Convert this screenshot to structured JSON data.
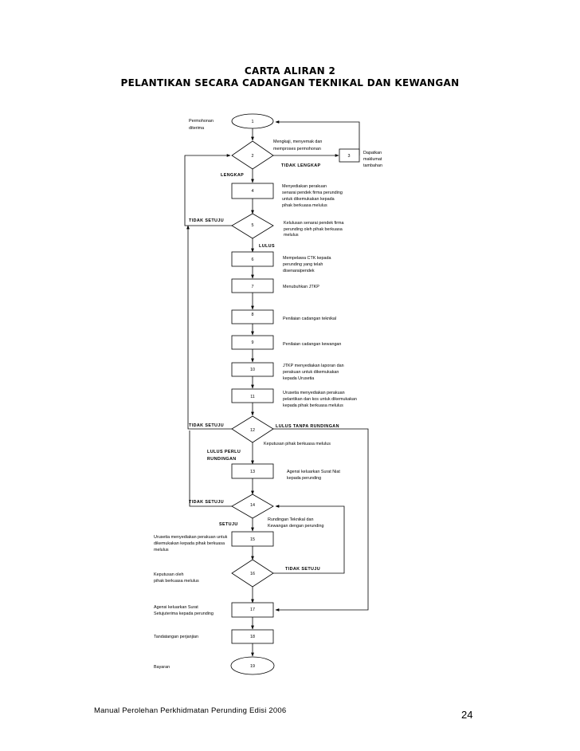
{
  "title": {
    "line1": "CARTA ALIRAN 2",
    "line2": "PELANTIKAN SECARA CADANGAN TEKNIKAL DAN KEWANGAN"
  },
  "steps": {
    "s1": "1",
    "s2": "2",
    "s3": "3",
    "s4": "4",
    "s5": "5",
    "s6": "6",
    "s7": "7",
    "s8": "8",
    "s9": "9",
    "s10": "10",
    "s11": "11",
    "s12": "12",
    "s13": "13",
    "s14": "14",
    "s15": "15",
    "s16": "16",
    "s17": "17",
    "s18": "18",
    "s19": "19"
  },
  "notes": {
    "permohonan": [
      "Permohonan",
      "diterima"
    ],
    "mengkaji": [
      "Mengkaji, menyemak dan",
      "memproses permohonan"
    ],
    "dapatkan": [
      "Dapatkan",
      "maklumat",
      "tambahan"
    ],
    "menyediakan": [
      "Menyediakan perakuan",
      "senarai pendek firma perunding",
      "untuk dikemukakan kepada",
      "pihak berkuasa melulus"
    ],
    "kelulusan": [
      "Kelulusan senarai pendek firma",
      "perunding oleh pihak berkuasa",
      "melulus"
    ],
    "mempelawa": [
      "Mempelawa CTK kepada",
      "perunding  yang telah",
      "disenaraipendek"
    ],
    "menubuhkan": [
      "Menubuhkan JTKP"
    ],
    "penilaian_teknikal": [
      "Penilaian cadangan teknikal"
    ],
    "penilaian_kewangan": [
      "Penilaian cadangan kewangan"
    ],
    "jtkp": [
      "JTKP menyediakan laporan dan",
      "perakuan untuk dikemukakan",
      "kepada Urusetia"
    ],
    "urusetia": [
      "Urusetia menyediakan  perakuan",
      "pelantikan dan kos untuk dikemukakan",
      "kepada pihak berkuasa melulus"
    ],
    "keputusan": [
      "Keputusan  pihak berkuasa melulus"
    ],
    "agensi_niat": [
      "Agensi keluarkan Surat Niat",
      "kepada perunding"
    ],
    "rundingan": [
      "Rundingan Teknikal dan",
      "Kewangan  dengan perunding"
    ],
    "urusetia_15": [
      "Urusetia menyediakan  perakuan untuk",
      "dikemukakan kepada pihak berkuasa",
      "melulus"
    ],
    "keputusan_16": [
      "Keputusan oleh",
      "pihak berkuasa melulus"
    ],
    "agensi_setuju": [
      "Agensi keluarkan Surat",
      "Setujuterima kepada perunding"
    ],
    "tandatangan": [
      "Tandatangan perjanjian"
    ],
    "bayaran": [
      "Bayaran"
    ]
  },
  "labels": {
    "tidak_lengkap": "TIDAK LENGKAP",
    "lengkap": "LENGKAP",
    "tidak_setuju_5": "TIDAK SETUJU",
    "lulus": "LULUS",
    "tidak_setuju_12": "TIDAK SETUJU",
    "lulus_tanpa": "LULUS TANPA RUNDINGAN",
    "lulus_perlu_1": "LULUS PERLU",
    "lulus_perlu_2": "RUNDINGAN",
    "tidak_setuju_14": "TIDAK SETUJU",
    "setuju": "SETUJU",
    "tidak_setuju_16": "TIDAK SETUJU"
  },
  "footer": {
    "text": "Manual Perolehan Perkhidmatan Perunding Edisi 2006",
    "page": "24"
  }
}
